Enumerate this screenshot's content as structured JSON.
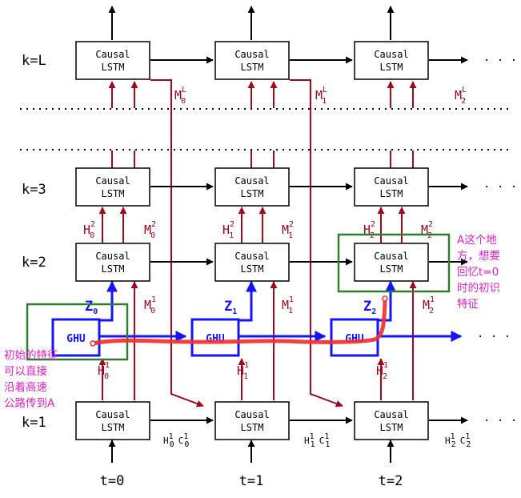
{
  "rows": {
    "k_L": "k=L",
    "k_3": "k=3",
    "k_2": "k=2",
    "k_1": "k=1"
  },
  "times": [
    "t=0",
    "t=1",
    "t=2"
  ],
  "cell_label_line1": "Causal",
  "cell_label_line2": "LSTM",
  "ghu_label": "GHU",
  "ellipsis": "· · ·",
  "memory_top": [
    {
      "base": "M",
      "sup": "L",
      "sub": "0"
    },
    {
      "base": "M",
      "sup": "L",
      "sub": "1"
    },
    {
      "base": "M",
      "sup": "L",
      "sub": "2"
    }
  ],
  "hidden_k2": [
    {
      "base": "H",
      "sup": "2",
      "sub": "0"
    },
    {
      "base": "H",
      "sup": "2",
      "sub": "1"
    },
    {
      "base": "H",
      "sup": "2",
      "sub": "2"
    }
  ],
  "memory_k2": [
    {
      "base": "M",
      "sup": "2",
      "sub": "0"
    },
    {
      "base": "M",
      "sup": "2",
      "sub": "1"
    },
    {
      "base": "M",
      "sup": "2",
      "sub": "2"
    }
  ],
  "memory_k1": [
    {
      "base": "M",
      "sup": "1",
      "sub": "0"
    },
    {
      "base": "M",
      "sup": "1",
      "sub": "1"
    },
    {
      "base": "M",
      "sup": "1",
      "sub": "2"
    }
  ],
  "hidden_k1": [
    {
      "base": "H",
      "sup": "1",
      "sub": "0"
    },
    {
      "base": "H",
      "sup": "1",
      "sub": "1"
    },
    {
      "base": "H",
      "sup": "1",
      "sub": "2"
    }
  ],
  "z_labels": [
    {
      "base": "Z",
      "sub": "0"
    },
    {
      "base": "Z",
      "sub": "1"
    },
    {
      "base": "Z",
      "sub": "2"
    }
  ],
  "state_outputs": [
    {
      "h": "H",
      "c": "C",
      "sup": "1",
      "sub": "0"
    },
    {
      "h": "H",
      "c": "C",
      "sup": "1",
      "sub": "1"
    },
    {
      "h": "H",
      "c": "C",
      "sup": "1",
      "sub": "2"
    }
  ],
  "annotations": {
    "left": [
      "初始的特征",
      "可以直接",
      "沿着高速",
      "公路传到A"
    ],
    "right": [
      "A这个地",
      "方，想要",
      "回忆t=0",
      "时的初识",
      "特征"
    ]
  },
  "colors": {
    "dark_red": "#a0081e",
    "blue": "#1414ff",
    "green": "#2e7d32",
    "red_path": "#f03030",
    "magenta": "#e020c8"
  }
}
